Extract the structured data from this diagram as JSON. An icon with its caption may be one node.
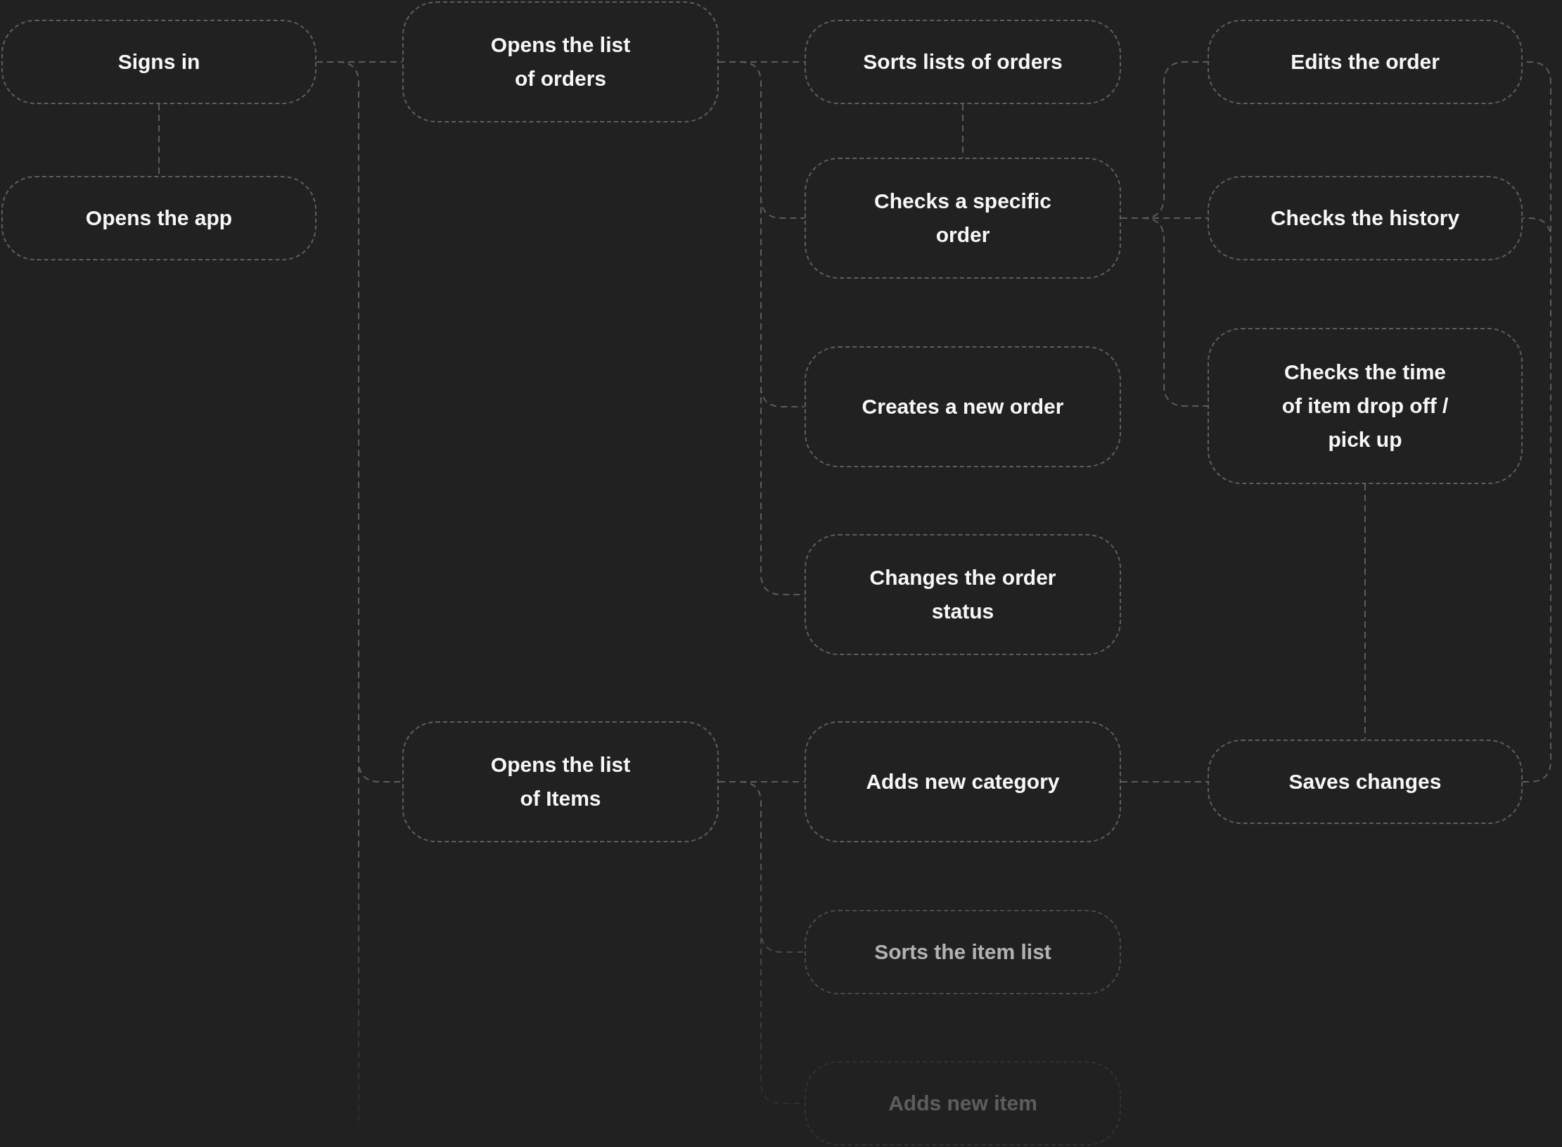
{
  "diagram": {
    "nodes": [
      {
        "text": [
          "Signs in"
        ]
      },
      {
        "text": [
          "Opens the app"
        ]
      },
      {
        "text": [
          "Opens the list of orders"
        ]
      },
      {
        "text": [
          "Sorts lists of orders"
        ]
      },
      {
        "text": [
          "Checks a specific order"
        ]
      },
      {
        "text": [
          "Creates a new order"
        ]
      },
      {
        "text": [
          "Changes the order status"
        ]
      },
      {
        "text": [
          "Edits the order"
        ]
      },
      {
        "text": [
          "Checks the history"
        ]
      },
      {
        "text": [
          "Checks the time of item drop off / pick up"
        ]
      },
      {
        "text": [
          "Opens the list of Items"
        ]
      },
      {
        "text": [
          "Adds new category"
        ]
      },
      {
        "text": [
          "Saves changes"
        ]
      },
      {
        "text": [
          "Sorts the item list"
        ]
      },
      {
        "text": [
          "Adds new item"
        ]
      }
    ],
    "edges": [
      {
        "from": 0,
        "to": 1,
        "arrow": "none"
      },
      {
        "from": 0,
        "to": 2,
        "arrow": "none"
      },
      {
        "from": 0,
        "to": 10,
        "arrow": "none"
      },
      {
        "from": 0,
        "to": null,
        "arrow": "none"
      },
      {
        "from": 2,
        "to": 3,
        "arrow": "none"
      },
      {
        "from": 2,
        "to": 4,
        "arrow": "none"
      },
      {
        "from": 2,
        "to": 5,
        "arrow": "none"
      },
      {
        "from": 2,
        "to": 6,
        "arrow": "none"
      },
      {
        "from": 3,
        "to": 4,
        "arrow": "none"
      },
      {
        "from": 4,
        "to": 7,
        "arrow": "none"
      },
      {
        "from": 4,
        "to": 8,
        "arrow": "none"
      },
      {
        "from": 4,
        "to": 9,
        "arrow": "none"
      },
      {
        "from": 7,
        "to": 12,
        "arrow": "none"
      },
      {
        "from": 8,
        "to": 12,
        "arrow": "none"
      },
      {
        "from": 9,
        "to": 12,
        "arrow": "none"
      },
      {
        "from": 10,
        "to": 11,
        "arrow": "none"
      },
      {
        "from": 10,
        "to": 13,
        "arrow": "none"
      },
      {
        "from": 10,
        "to": 14,
        "arrow": "none"
      },
      {
        "from": 11,
        "to": 12,
        "arrow": "none"
      }
    ]
  }
}
